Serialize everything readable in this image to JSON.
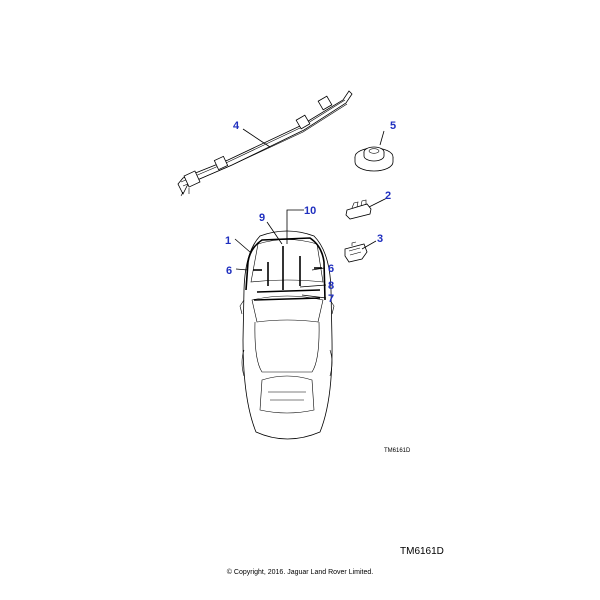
{
  "diagram": {
    "small_reference": "TM6161D",
    "callouts": [
      {
        "id": "1",
        "label": "1"
      },
      {
        "id": "2",
        "label": "2"
      },
      {
        "id": "3",
        "label": "3"
      },
      {
        "id": "4",
        "label": "4"
      },
      {
        "id": "5",
        "label": "5"
      },
      {
        "id": "6a",
        "label": "6"
      },
      {
        "id": "6b",
        "label": "6"
      },
      {
        "id": "7",
        "label": "7"
      },
      {
        "id": "8",
        "label": "8"
      },
      {
        "id": "9",
        "label": "9"
      },
      {
        "id": "10",
        "label": "10"
      }
    ]
  },
  "footer": {
    "reference_code": "TM6161D",
    "copyright": "© Copyright, 2016. Jaguar Land Rover Limited."
  },
  "colors": {
    "callout": "#1f2fbf",
    "line": "#000000",
    "background": "#ffffff"
  }
}
